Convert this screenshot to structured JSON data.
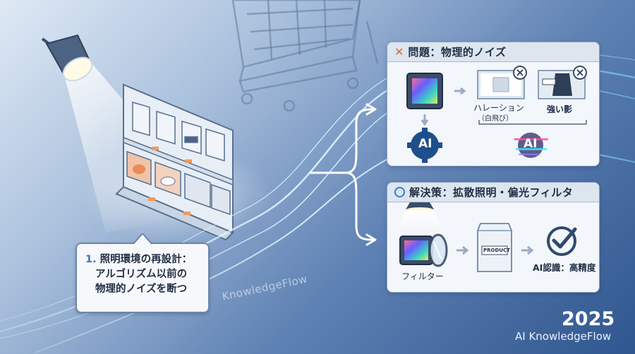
{
  "problem_panel": {
    "title": "問題：物理的ノイズ",
    "halation_label": "ハレーション",
    "halation_sub": "（白飛び）",
    "shadow_label": "強い影",
    "ai_text": "AI",
    "ai_glitch_text": "AI"
  },
  "solution_panel": {
    "title": "解決策：拡散照明・偏光フィルタ",
    "filter_label": "フィルター",
    "product_text": "PRODUCT",
    "result_label": "AI認識：高精度"
  },
  "callout": {
    "number": "1.",
    "line1": "照明環境の再設計：",
    "line2": "アルゴリズム以前の",
    "line3": "物理的ノイズを断つ"
  },
  "watermark": "KnowledgeFlow",
  "footer": {
    "year": "2025",
    "brand": "AI KnowledgeFlow"
  },
  "colors": {
    "accent_blue": "#2a7fd0",
    "problem_x": "#d26a3c",
    "ai_gear": "#1e4f8c",
    "panel_bg": "#f3f6fa"
  }
}
